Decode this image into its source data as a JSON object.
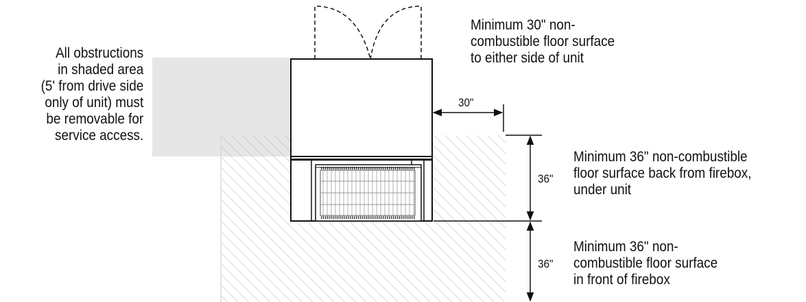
{
  "notes": {
    "obstructions": [
      "All obstructions",
      "in shaded area",
      "(5' from drive side",
      "only of unit) must",
      "be removable for",
      "service access."
    ],
    "side_clearance": [
      "Minimum 30\" non-",
      "combustible floor surface",
      "to either side of unit"
    ],
    "under_unit": [
      "Minimum 36\" non-combustible",
      "floor surface back from firebox,",
      "under unit"
    ],
    "front_of_firebox": [
      "Minimum 36\" non-",
      "combustible floor surface",
      "in front of firebox"
    ]
  },
  "dimensions": {
    "side": "30\"",
    "under": "36\"",
    "front": "36\""
  },
  "colors": {
    "shade": "#e6e6e6",
    "hatch": "#b5b5b5",
    "line": "#111111"
  }
}
